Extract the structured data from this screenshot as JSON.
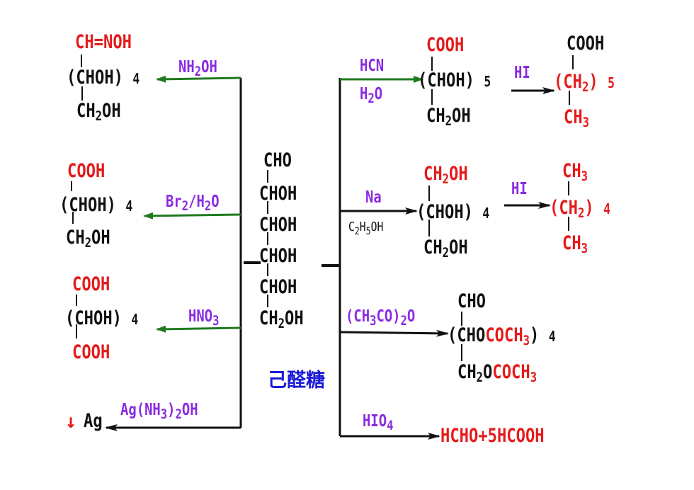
{
  "center": {
    "lines": [
      "CHO",
      "CHOH",
      "CHOH",
      "CHOH",
      "CHOH",
      "CH",
      "OH"
    ],
    "sub2": "2",
    "name": "己醛糖"
  },
  "left": {
    "oxime": {
      "top": "CH=NOH",
      "mid": "(CHOH)",
      "n": "4",
      "bot1": "CH",
      "bot2": "OH",
      "sub": "2",
      "reagent1": "NH",
      "reagent2": "OH",
      "rsub": "2"
    },
    "gluconic": {
      "top": "COOH",
      "mid": "(CHOH)",
      "n": "4",
      "bot1": "CH",
      "bot2": "OH",
      "sub": "2",
      "reagent1": "Br",
      "reagent2": "/H",
      "reagent3": "O",
      "rsub1": "2",
      "rsub2": "2"
    },
    "glucaric": {
      "top": "COOH",
      "mid": "(CHOH)",
      "n": "4",
      "bot": "COOH",
      "reagent1": "HNO",
      "rsub": "3"
    },
    "silver": {
      "arrow": "↓",
      "product": "Ag",
      "reagent1": "Ag(NH",
      "reagent2": ")",
      "reagent3": "OH",
      "rsub1": "3",
      "rsub2": "2"
    }
  },
  "right": {
    "cyanide": {
      "reagent1": "HCN",
      "reagent2": "H",
      "reagent3": "O",
      "rsub": "2",
      "top": "COOH",
      "mid": "(CHOH)",
      "n": "5",
      "bot1": "CH",
      "bot2": "OH",
      "sub": "2",
      "hi": "HI",
      "p_top": "COOH",
      "p_mid1": "(CH",
      "p_mid2": ")",
      "p_n": "5",
      "p_sub": "2",
      "p_bot": "CH",
      "p_botsub": "3"
    },
    "reduction": {
      "reagent1": "Na",
      "reagent2": "C",
      "reagent3": "H",
      "reagent4": "OH",
      "rsub1": "2",
      "rsub2": "5",
      "top1": "CH",
      "top2": "OH",
      "sub": "2",
      "mid": "(CHOH)",
      "n": "4",
      "bot1": "CH",
      "bot2": "OH",
      "hi": "HI",
      "p_top": "CH",
      "p_topsub": "3",
      "p_mid1": "(CH",
      "p_mid2": ")",
      "p_n": "4",
      "p_sub": "2",
      "p_bot": "CH",
      "p_botsub": "3"
    },
    "acetylation": {
      "reagent1": "(CH",
      "reagent2": "CO)",
      "reagent3": "O",
      "rsub1": "3",
      "rsub2": "2",
      "top": "CHO",
      "mid1": "(CHO",
      "mid2": "COCH",
      "mid3": ")",
      "msub": "3",
      "n": "4",
      "bot1": "CH",
      "bot2": "O",
      "bot3": "COCH",
      "bsub1": "2",
      "bsub2": "3"
    },
    "periodate": {
      "reagent1": "HIO",
      "rsub": "4",
      "product": "HCHO+5HCOOH"
    }
  },
  "colors": {
    "red": "#e51b1b",
    "black": "#111111",
    "purple": "#8a2be2",
    "green": "#1f7a1f",
    "blue": "#1a1ad6"
  }
}
